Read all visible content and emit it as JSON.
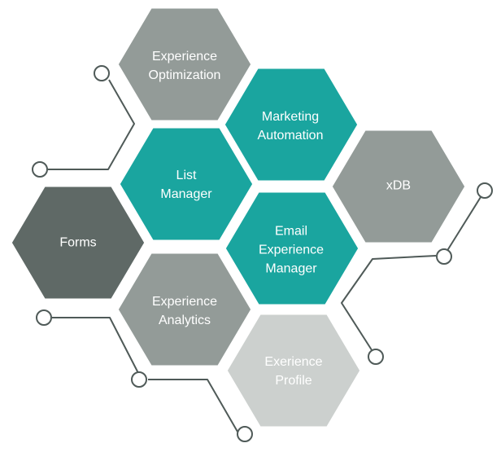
{
  "diagram": {
    "hexagons": [
      {
        "id": "experience-optimization",
        "label": "Experience\nOptimization",
        "color": "#939b98"
      },
      {
        "id": "marketing-automation",
        "label": "Marketing\nAutomation",
        "color": "#1aa59f"
      },
      {
        "id": "list-manager",
        "label": "List\nManager",
        "color": "#1aa59f"
      },
      {
        "id": "xdb",
        "label": "xDB",
        "color": "#939b98"
      },
      {
        "id": "forms",
        "label": "Forms",
        "color": "#5f6966"
      },
      {
        "id": "email-experience-manager",
        "label": "Email\nExperience\nManager",
        "color": "#1aa59f"
      },
      {
        "id": "experience-analytics",
        "label": "Experience\nAnalytics",
        "color": "#939b98"
      },
      {
        "id": "exerience-profile",
        "label": "Exerience\nProfile",
        "color": "#ccd0ce"
      }
    ],
    "connector_color": "#4f5a58",
    "hexagon_border_color": "#ffffff"
  }
}
